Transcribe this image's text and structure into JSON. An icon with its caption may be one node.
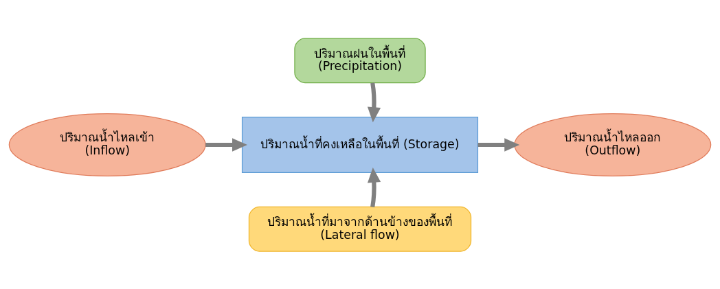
{
  "diagram": {
    "nodes": [
      {
        "text": [
          "ปริมาณฝนในพื้นที่ (Precipitation)"
        ]
      },
      {
        "text": [
          "ปริมาณน้ำไหลเข้า (Inflow)"
        ]
      },
      {
        "text": [
          "ปริมาณน้ำที่คงเหลือในพื้นที่ (Storage)"
        ]
      },
      {
        "text": [
          "ปริมาณน้ำไหลออก (Outflow)"
        ]
      },
      {
        "text": [
          "ปริมาณน้ำที่มาจากด้านข้างของพื้นที่ (Lateral flow)"
        ]
      }
    ],
    "edges": [
      {
        "from": 0,
        "to": 2,
        "arrow": "to"
      },
      {
        "from": 1,
        "to": 2,
        "arrow": "to"
      },
      {
        "from": 2,
        "to": 3,
        "arrow": "to"
      },
      {
        "from": 4,
        "to": 2,
        "arrow": "to"
      }
    ]
  }
}
